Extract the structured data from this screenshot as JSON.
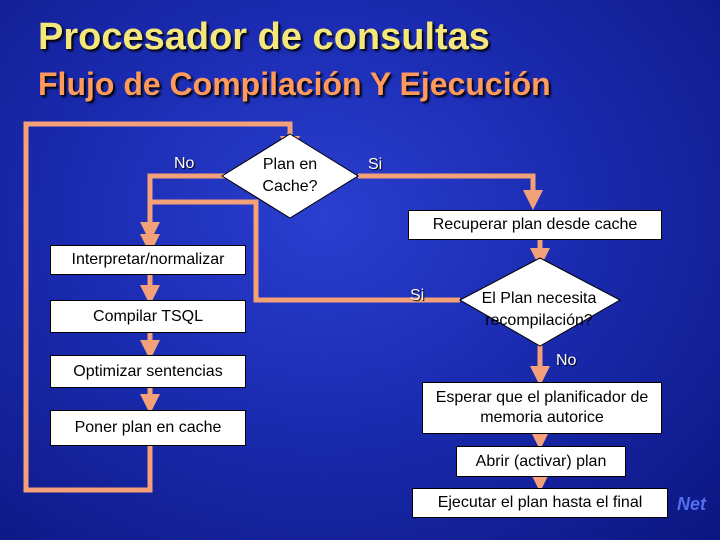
{
  "title": "Procesador de consultas",
  "subtitle": "Flujo de Compilación Y Ejecución",
  "decision_cache": {
    "text": "Plan en Cache?",
    "no_label": "No",
    "yes_label": "Si"
  },
  "decision_recompile": {
    "text": "El Plan necesita recompilación?",
    "yes_label": "Si",
    "no_label": "No"
  },
  "steps_left": [
    "Interpretar/normalizar",
    "Compilar TSQL",
    "Optimizar sentencias",
    "Poner plan en cache"
  ],
  "steps_right": {
    "retrieve": "Recuperar plan desde cache",
    "wait": "Esperar que el planificador de memoria autorice",
    "open": "Abrir (activar) plan",
    "execute": "Ejecutar el plan hasta el final"
  },
  "logo_text": "Net",
  "colors": {
    "title": "#f5e77a",
    "subtitle": "#ff9a5c",
    "connector": "#f4a078",
    "background": "#1a2bb0"
  }
}
